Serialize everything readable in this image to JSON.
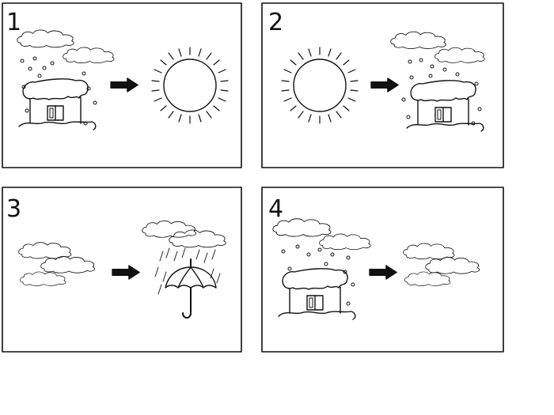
{
  "panels": [
    {
      "number": "1",
      "left_scene": "snowy-house",
      "right_scene": "sun"
    },
    {
      "number": "2",
      "left_scene": "sun",
      "right_scene": "snowy-house"
    },
    {
      "number": "3",
      "left_scene": "clouds",
      "right_scene": "rain-umbrella"
    },
    {
      "number": "4",
      "left_scene": "snowy-house",
      "right_scene": "clouds"
    }
  ],
  "colors": {
    "ink": "#111111",
    "background": "#ffffff"
  },
  "icons": [
    "cloud-icon",
    "snowflake-icon",
    "house-icon",
    "sun-icon",
    "arrow-right-icon",
    "rain-icon",
    "umbrella-icon"
  ]
}
